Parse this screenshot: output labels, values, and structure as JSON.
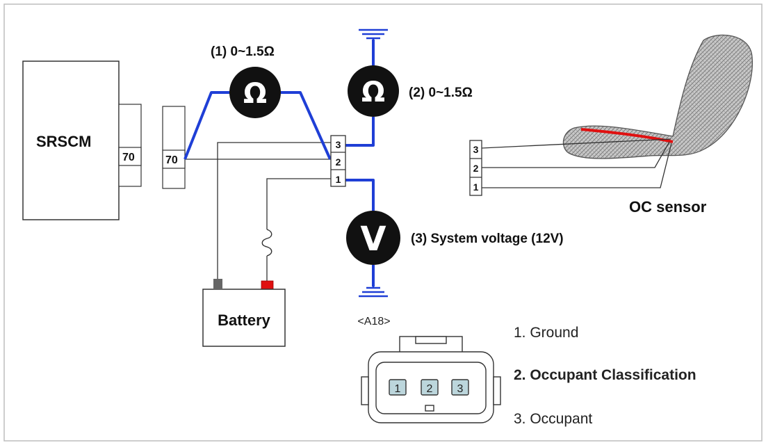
{
  "modules": {
    "srscm": "SRSCM",
    "battery": "Battery",
    "oc_sensor": "OC sensor"
  },
  "pins": {
    "srscm_pin": "70",
    "connector_pin": "70",
    "a18_pins": [
      "3",
      "2",
      "1"
    ],
    "oc_pins": [
      "3",
      "2",
      "1"
    ],
    "connector_face_pins": [
      "1",
      "2",
      "3"
    ]
  },
  "meters": {
    "ohm_symbol": "Ω",
    "volt_symbol": "V",
    "meter1_label": "(1) 0~1.5Ω",
    "meter2_label": "(2) 0~1.5Ω",
    "meter3_label": "(3) System voltage (12V)"
  },
  "connector_name": "<A18>",
  "legend": [
    {
      "text": "1. Ground",
      "color": "#222222"
    },
    {
      "text": "2. Occupant Classification",
      "color": "#2e8b2e"
    },
    {
      "text": "3. Occupant",
      "color": "#222222"
    }
  ],
  "colors": {
    "test_lead": "#1f3fd6",
    "sensor_strip": "#e01010",
    "battery_positive": "#e01010",
    "battery_negative": "#666666",
    "pin_face": "#bcd6dc"
  }
}
